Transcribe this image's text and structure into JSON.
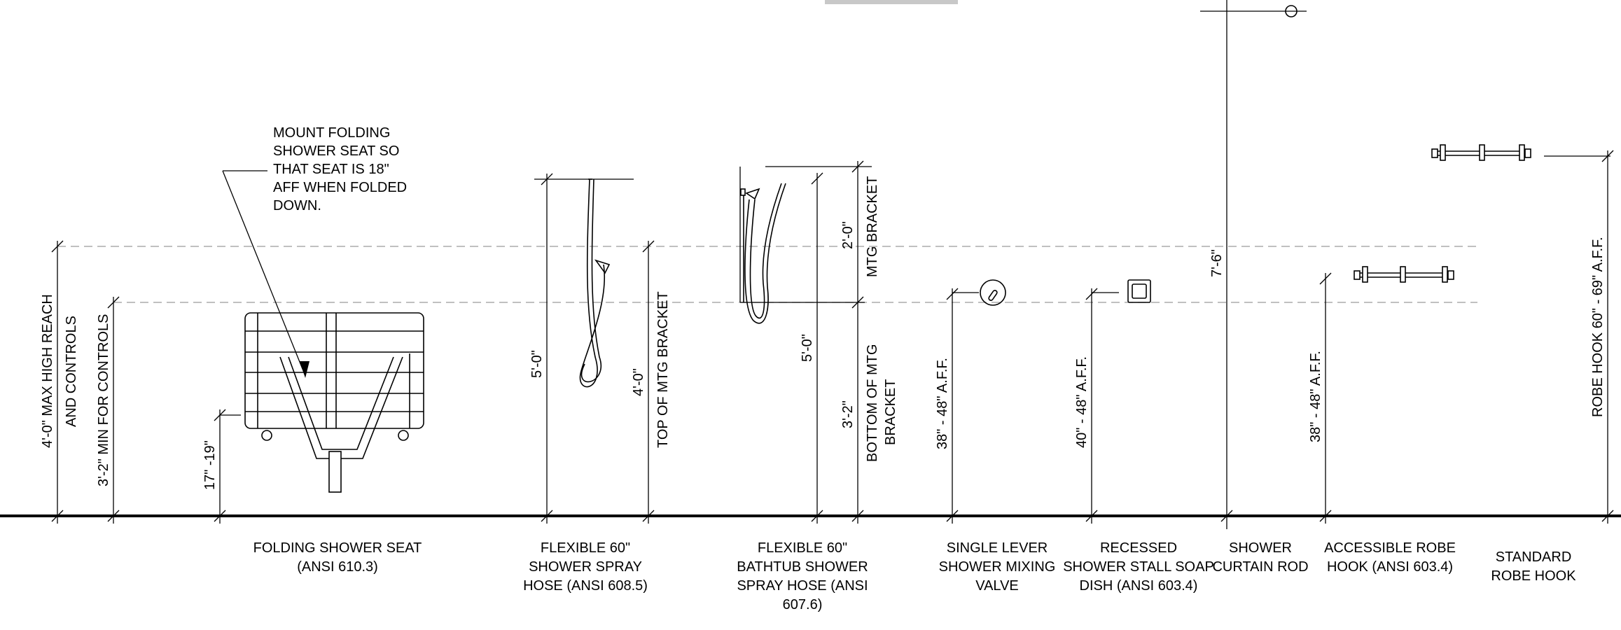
{
  "note_text": [
    "MOUNT FOLDING",
    "SHOWER SEAT SO",
    "THAT SEAT IS 18\"",
    "AFF WHEN FOLDED",
    "DOWN."
  ],
  "dimensions": {
    "max_high_reach": [
      "4'-0\" MAX HIGH REACH",
      "AND CONTROLS"
    ],
    "min_controls": "3'-2\" MIN FOR CONTROLS",
    "seat_height": "17\" -19\"",
    "spray_hose_5ft": "5'-0\"",
    "spray_hose_4ft": "4'-0\"",
    "top_mtg_bracket": "TOP OF MTG BRACKET",
    "tub_5ft": "5'-0\"",
    "tub_2ft": "2'-0\"",
    "mtg_bracket": "MTG BRACKET",
    "tub_3ft2": "3'-2\"",
    "bottom_mtg_bracket": [
      "BOTTOM OF MTG",
      "BRACKET"
    ],
    "valve_aff": "38\" - 48\" A.F.F.",
    "soap_dish_aff": "40\" - 48\" A.F.F.",
    "curtain_rod": "7'-6\"",
    "robe_hook_accessible_aff": "38\" - 48\" A.F.F.",
    "robe_hook_standard_aff": "ROBE HOOK 60\" - 69\" A.F.F."
  },
  "captions": {
    "folding_seat": [
      "FOLDING SHOWER SEAT",
      "(ANSI 610.3)"
    ],
    "shower_spray_hose": [
      "FLEXIBLE 60\"",
      "SHOWER SPRAY",
      "HOSE (ANSI 608.5)"
    ],
    "bathtub_spray_hose": [
      "FLEXIBLE 60\"",
      "BATHTUB SHOWER",
      "SPRAY HOSE (ANSI",
      "607.6)"
    ],
    "mixing_valve": [
      "SINGLE LEVER",
      "SHOWER MIXING",
      "VALVE"
    ],
    "soap_dish": [
      "RECESSED",
      "SHOWER STALL SOAP",
      "DISH (ANSI 603.4)"
    ],
    "curtain_rod": [
      "SHOWER",
      "CURTAIN ROD"
    ],
    "accessible_robe_hook": [
      "ACCESSIBLE ROBE",
      "HOOK (ANSI 603.4)"
    ],
    "standard_robe_hook": [
      "STANDARD",
      "ROBE HOOK"
    ]
  }
}
